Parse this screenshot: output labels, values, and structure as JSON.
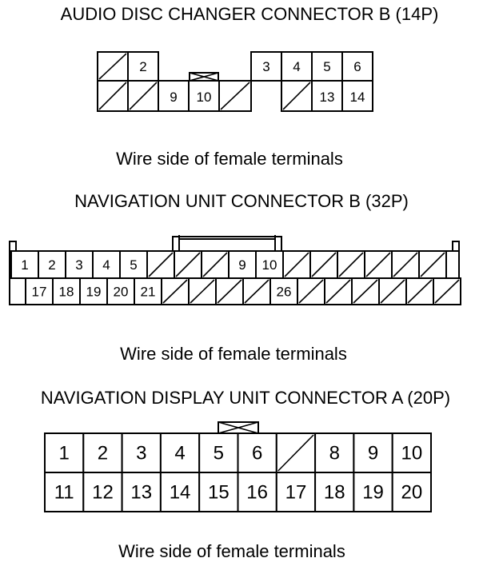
{
  "connector1": {
    "title": "AUDIO DISC CHANGER CONNECTOR B (14P)",
    "caption": "Wire side of female terminals",
    "left_top": [
      "",
      "2"
    ],
    "left_bottom": [
      "",
      "",
      "9",
      "10",
      ""
    ],
    "right_top": [
      "3",
      "4",
      "5",
      "6"
    ],
    "right_bottom": [
      "",
      "13",
      "14"
    ]
  },
  "connector2": {
    "title": "NAVIGATION UNIT CONNECTOR B (32P)",
    "caption": "Wire side of female terminals",
    "top": [
      "1",
      "2",
      "3",
      "4",
      "5",
      "",
      "",
      "",
      "9",
      "10",
      "",
      "",
      "",
      "",
      "",
      ""
    ],
    "bottom": [
      "17",
      "18",
      "19",
      "20",
      "21",
      "",
      "",
      "",
      "",
      "26",
      "",
      "",
      "",
      "",
      "",
      ""
    ]
  },
  "connector3": {
    "title": "NAVIGATION DISPLAY UNIT CONNECTOR A (20P)",
    "caption": "Wire side of female terminals",
    "top": [
      "1",
      "2",
      "3",
      "4",
      "5",
      "6",
      "",
      "8",
      "9",
      "10"
    ],
    "bottom": [
      "11",
      "12",
      "13",
      "14",
      "15",
      "16",
      "17",
      "18",
      "19",
      "20"
    ]
  }
}
